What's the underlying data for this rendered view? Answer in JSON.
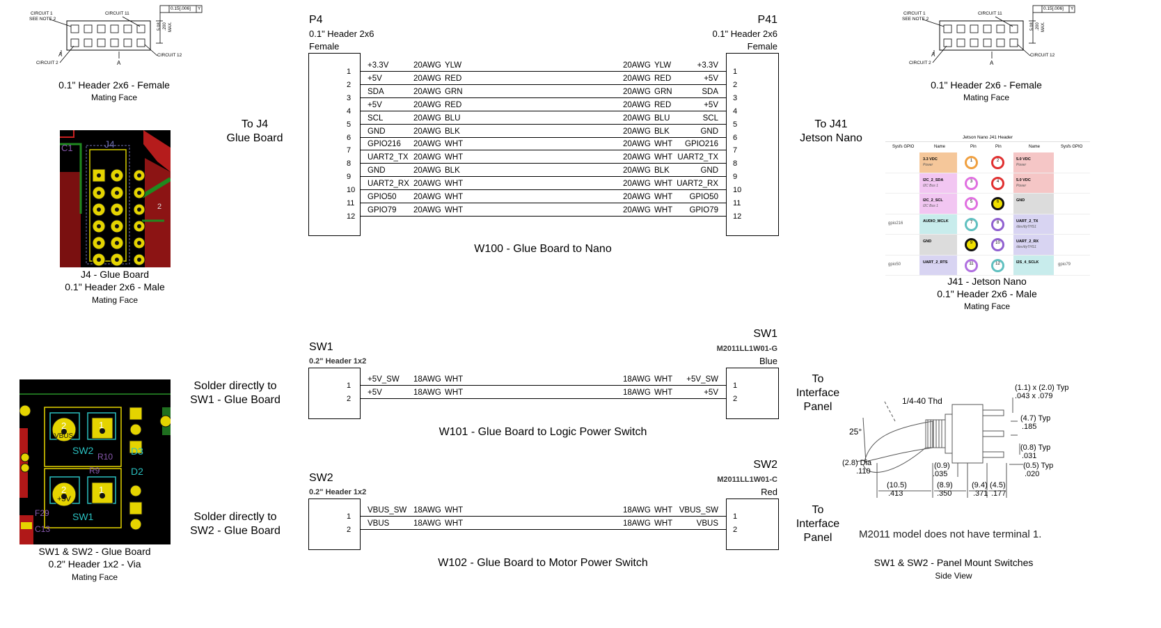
{
  "top_left": {
    "drawing_labels": {
      "c1": "CIRCUIT 1",
      "note": "SEE NOTE 2",
      "c11": "CIRCUIT 11",
      "c2": "CIRCUIT 2",
      "c12": "CIRCUIT 12",
      "a1": "A",
      "a2": "A",
      "tol": "0.15[.006]",
      "datum": "Y",
      "dim1": "5.08",
      "dim2": ".200",
      "dim3": "MAX."
    },
    "title": "0.1\" Header 2x6 - Female",
    "subtitle": "Mating Face"
  },
  "top_right": {
    "drawing_labels": {
      "c1": "CIRCUIT 1",
      "note": "SEE NOTE 2",
      "c11": "CIRCUIT 11",
      "c2": "CIRCUIT 2",
      "c12": "CIRCUIT 12",
      "a1": "A",
      "a2": "A",
      "tol": "0.15[.006]",
      "datum": "Y",
      "dim1": "5.08",
      "dim2": ".200",
      "dim3": "MAX."
    },
    "title": "0.1\" Header 2x6 - Female",
    "subtitle": "Mating Face"
  },
  "j4": {
    "pcb_labels": {
      "ref": "J4",
      "c1": "C1",
      "r2": "2"
    },
    "caption1": "J4 - Glue Board",
    "caption2": "0.1\" Header 2x6 - Male",
    "caption3": "Mating Face"
  },
  "sw_pcb": {
    "pcb_labels": {
      "vbus": "VBUS",
      "sw2": "SW2",
      "r10": "R10",
      "d3": "D3",
      "d2": "D2",
      "r9": "R9",
      "p5v": "+5V",
      "sw1": "SW1",
      "f29": "F29",
      "c13": "C13",
      "n1": "1",
      "n2": "2",
      "n1b": "1",
      "n2b": "2"
    },
    "caption1": "SW1 & SW2 - Glue Board",
    "caption2": "0.2\" Header 1x2 - Via",
    "caption3": "Mating Face"
  },
  "j41_table": {
    "header": "Jetson Nano J41 Header",
    "columns": [
      "Sysfs GPIO",
      "Name",
      "Pin",
      "Pin",
      "Name",
      "Sysfs GPIO"
    ],
    "rows": [
      {
        "gl": "",
        "nl": "3.3 VDC",
        "sl": "Power",
        "pl": "1",
        "pr": "2",
        "nr": "5.0 VDC",
        "sr": "Power",
        "gr": ""
      },
      {
        "gl": "",
        "nl": "I2C_2_SDA",
        "sl": "I2C Bus 1",
        "pl": "3",
        "pr": "4",
        "nr": "5.0 VDC",
        "sr": "Power",
        "gr": ""
      },
      {
        "gl": "",
        "nl": "I2C_2_SCL",
        "sl": "I2C Bus 1",
        "pl": "5",
        "pr": "6",
        "nr": "GND",
        "sr": "",
        "gr": ""
      },
      {
        "gl": "gpio216",
        "nl": "AUDIO_MCLK",
        "sl": "",
        "pl": "7",
        "pr": "8",
        "nr": "UART_2_TX",
        "sr": "/dev/ttyTHS1",
        "gr": ""
      },
      {
        "gl": "",
        "nl": "GND",
        "sl": "",
        "pl": "9",
        "pr": "10",
        "nr": "UART_2_RX",
        "sr": "/dev/ttyTHS1",
        "gr": ""
      },
      {
        "gl": "gpio50",
        "nl": "UART_2_RTS",
        "sl": "",
        "pl": "11",
        "pr": "12",
        "nr": "I2S_4_SCLK",
        "sr": "",
        "gr": "gpio79"
      }
    ],
    "caption1": "J41 - Jetson Nano",
    "caption2": "0.1\" Header 2x6 - Male",
    "caption3": "Mating Face"
  },
  "labels": {
    "to_j4_1": "To J4",
    "to_j4_2": "Glue Board",
    "to_j41_1": "To J41",
    "to_j41_2": "Jetson Nano",
    "solder1_1": "Solder directly to",
    "solder1_2": "SW1 - Glue Board",
    "solder2_1": "Solder directly to",
    "solder2_2": "SW2 - Glue Board",
    "ip1_1": "To",
    "ip1_2": "Interface",
    "ip1_3": "Panel",
    "ip2_1": "To",
    "ip2_2": "Interface",
    "ip2_3": "Panel"
  },
  "w100": {
    "left": {
      "ref": "P4",
      "l1": "0.1\" Header 2x6",
      "l2": "Female"
    },
    "right": {
      "ref": "P41",
      "l1": "0.1\" Header 2x6",
      "l2": "Female"
    },
    "pins": [
      "1",
      "2",
      "3",
      "4",
      "5",
      "6",
      "7",
      "8",
      "9",
      "10",
      "11",
      "12"
    ],
    "wires": [
      {
        "s": "+3.3V",
        "g": "20AWG",
        "c": "YLW"
      },
      {
        "s": "+5V",
        "g": "20AWG",
        "c": "RED"
      },
      {
        "s": "SDA",
        "g": "20AWG",
        "c": "GRN"
      },
      {
        "s": "+5V",
        "g": "20AWG",
        "c": "RED"
      },
      {
        "s": "SCL",
        "g": "20AWG",
        "c": "BLU"
      },
      {
        "s": "GND",
        "g": "20AWG",
        "c": "BLK"
      },
      {
        "s": "GPIO216",
        "g": "20AWG",
        "c": "WHT"
      },
      {
        "s": "UART2_TX",
        "g": "20AWG",
        "c": "WHT"
      },
      {
        "s": "GND",
        "g": "20AWG",
        "c": "BLK"
      },
      {
        "s": "UART2_RX",
        "g": "20AWG",
        "c": "WHT"
      },
      {
        "s": "GPIO50",
        "g": "20AWG",
        "c": "WHT"
      },
      {
        "s": "GPIO79",
        "g": "20AWG",
        "c": "WHT"
      }
    ],
    "caption": "W100 - Glue Board to Nano"
  },
  "w101": {
    "left": {
      "ref": "SW1",
      "l1": "0.2\" Header 1x2"
    },
    "right": {
      "ref": "SW1",
      "l1": "M2011LL1W01-G",
      "l2": "Blue"
    },
    "pins": [
      "1",
      "2"
    ],
    "wires": [
      {
        "s": "+5V_SW",
        "g": "18AWG",
        "c": "WHT"
      },
      {
        "s": "+5V",
        "g": "18AWG",
        "c": "WHT"
      }
    ],
    "caption": "W101 - Glue Board to Logic Power Switch"
  },
  "w102": {
    "left": {
      "ref": "SW2",
      "l1": "0.2\" Header 1x2"
    },
    "right": {
      "ref": "SW2",
      "l1": "M2011LL1W01-C",
      "l2": "Red"
    },
    "pins": [
      "1",
      "2"
    ],
    "wires": [
      {
        "s": "VBUS_SW",
        "g": "18AWG",
        "c": "WHT"
      },
      {
        "s": "VBUS",
        "g": "18AWG",
        "c": "WHT"
      }
    ],
    "caption": "W102 - Glue Board to Motor Power Switch"
  },
  "switch_drawing": {
    "labels": {
      "thd": "1/4-40 Thd",
      "angle": "25°",
      "d1": "(1.1) x (2.0) Typ",
      "d1b": ".043 x .079",
      "d2": "(4.7) Typ",
      "d2b": ".185",
      "d3": "(0.8) Typ",
      "d3b": ".031",
      "d4": "(0.5) Typ",
      "d4b": ".020",
      "dia": "(2.8) Dia",
      "diab": ".110",
      "d09": "(0.9)",
      "d09b": ".035",
      "d105": "(10.5)",
      "d105b": ".413",
      "d89": "(8.9)",
      "d89b": ".350",
      "d94": "(9.4)",
      "d94b": ".371",
      "d45": "(4.5)",
      "d45b": ".177"
    },
    "note": "M2011 model does not have terminal 1.",
    "caption1": "SW1 & SW2 - Panel Mount Switches",
    "caption2": "Side View"
  }
}
